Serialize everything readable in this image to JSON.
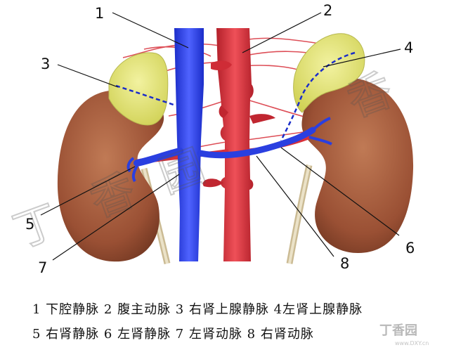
{
  "figure": {
    "callouts": [
      "1",
      "2",
      "3",
      "4",
      "5",
      "6",
      "7",
      "8"
    ],
    "watermark_text": "丁香园"
  },
  "legend": {
    "line1": "1 下腔静脉 2 腹主动脉 3 右肾上腺静脉 4左肾上腺静脉",
    "line2": "5 右肾静脉 6 左肾静脉 7 左肾动脉 8 右肾动脉"
  },
  "logo": {
    "text": "丁香园",
    "url": "www.DXY.cn"
  },
  "colors": {
    "vein": "#2a3fe0",
    "artery": "#d8303a",
    "kidney": "#9a5034",
    "adrenal": "#e4e57a",
    "ureter": "#d9ccaa"
  }
}
